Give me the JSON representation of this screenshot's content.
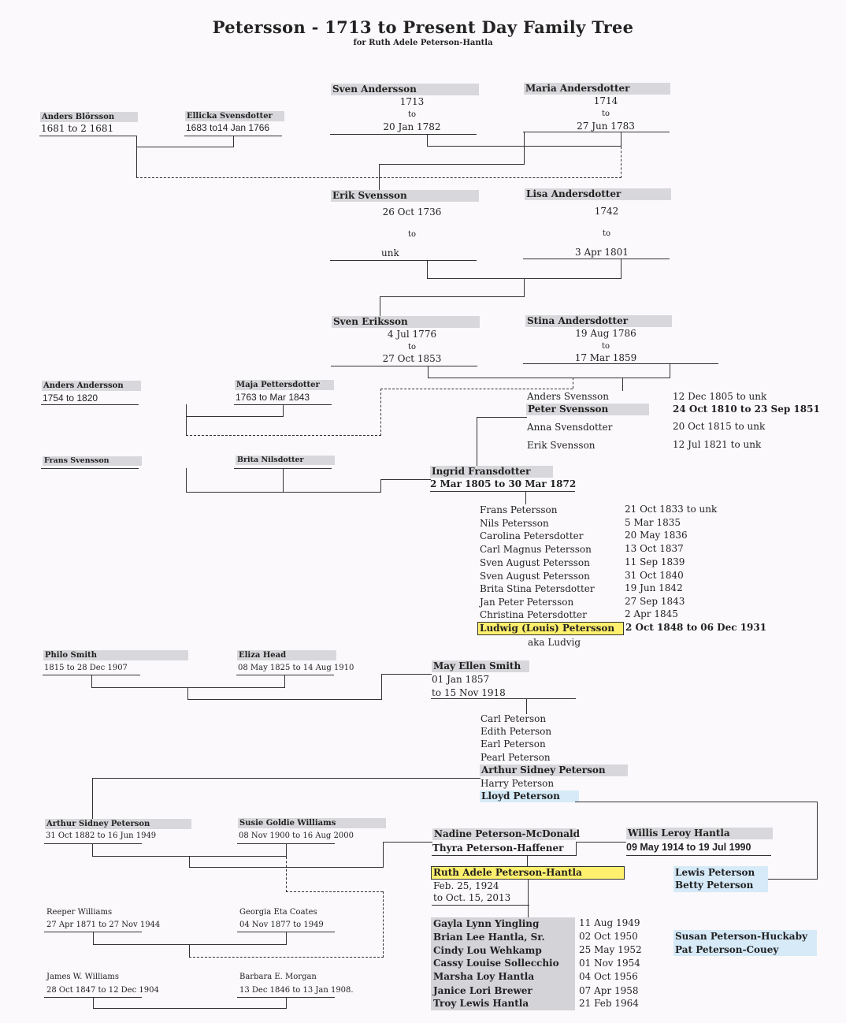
{
  "header": {
    "title": "Petersson  -  1713 to Present Day Family Tree",
    "subtitle": "for Ruth Adele Peterson-Hantla"
  },
  "gen1": {
    "anders_b": {
      "name": "Anders Blörsson",
      "dates": "1681 to 2    1681"
    },
    "ellicka": {
      "name": "Ellicka Svensdotter",
      "dates": "1683 to14 Jan 1766"
    },
    "sven_a": {
      "name": "Sven Andersson",
      "born": "1713",
      "to": "to",
      "died": "20 Jan 1782"
    },
    "maria": {
      "name": "Maria Andersdotter",
      "born": "1714",
      "to": "to",
      "died": "27 Jun 1783"
    }
  },
  "gen2": {
    "erik": {
      "name": "Erik Svensson",
      "born": "26 Oct 1736",
      "to": "to",
      "died": "unk"
    },
    "lisa": {
      "name": "Lisa Andersdotter",
      "born": "1742",
      "to": "to",
      "died": "3 Apr 1801"
    }
  },
  "gen3": {
    "sven_e": {
      "name": "Sven Eriksson",
      "born": "4 Jul 1776",
      "to": "to",
      "died": "27 Oct 1853"
    },
    "stina": {
      "name": "Stina Andersdotter",
      "born": "19 Aug 1786",
      "to": "to",
      "died": "17 Mar 1859"
    },
    "anders_a": {
      "name": "Anders Andersson",
      "dates": "1754 to 1820"
    },
    "maja": {
      "name": "Maja Pettersdotter",
      "dates": "1763 to Mar 1843"
    },
    "children": [
      {
        "name": "Anders Svensson",
        "dates": "12 Dec 1805 to unk"
      },
      {
        "name": "Peter Svensson",
        "dates": "24 Oct 1810 to 23 Sep 1851"
      },
      {
        "name": "Anna Svensdotter",
        "dates": "20 Oct 1815 to unk"
      },
      {
        "name": "Erik Svensson",
        "dates": "12 Jul 1821 to unk"
      }
    ]
  },
  "gen4": {
    "frans_s": {
      "name": "Frans Svensson"
    },
    "brita_n": {
      "name": "Brita Nilsdotter"
    },
    "ingrid": {
      "name": "Ingrid Fransdotter",
      "dates": "2 Mar 1805 to 30 Mar 1872"
    },
    "children": [
      {
        "name": "Frans Petersson",
        "dates": "21 Oct 1833 to unk"
      },
      {
        "name": "Nils Petersson",
        "dates": "5 Mar 1835"
      },
      {
        "name": "Carolina Petersdotter",
        "dates": "20 May 1836"
      },
      {
        "name": "Carl Magnus Petersson",
        "dates": "13 Oct 1837"
      },
      {
        "name": "Sven August Petersson",
        "dates": "11 Sep 1839"
      },
      {
        "name": "Sven August Petersson",
        "dates": "31 Oct 1840"
      },
      {
        "name": "Brita Stina Petersdotter",
        "dates": "19 Jun 1842"
      },
      {
        "name": "Jan Peter Petersson",
        "dates": "27 Sep 1843"
      },
      {
        "name": "Christina Petersdotter",
        "dates": "2 Apr 1845"
      }
    ],
    "ludwig": {
      "name": "Ludwig (Louis) Petersson",
      "dates": "2 Oct 1848 to 06 Dec 1931",
      "aka": "aka Ludvig"
    }
  },
  "gen5": {
    "philo": {
      "name": "Philo Smith",
      "dates": "1815  to  28 Dec 1907"
    },
    "eliza": {
      "name": "Eliza Head",
      "dates": "08 May 1825  to  14 Aug 1910"
    },
    "may": {
      "name": "May Ellen Smith",
      "born": "01 Jan 1857",
      "died": "to 15 Nov 1918"
    },
    "children": [
      "Carl Peterson",
      "Edith Peterson",
      "Earl Peterson",
      "Pearl Peterson",
      "Arthur Sidney Peterson",
      "Harry Peterson",
      "Lloyd Peterson"
    ]
  },
  "gen6": {
    "arthur": {
      "name": "Arthur Sidney Peterson",
      "dates": "31 Oct 1882  to  16 Jun 1949"
    },
    "susie": {
      "name": "Susie Goldie Williams",
      "dates": "08 Nov 1900  to  16 Aug 2000"
    },
    "reeper": {
      "name": "Reeper Williams",
      "dates": "27 Apr 1871  to  27 Nov 1944"
    },
    "georgia": {
      "name": "Georgia Eta Coates",
      "dates": "04 Nov 1877  to  1949"
    },
    "james": {
      "name": "James W. Williams",
      "dates": "28 Oct 1847  to  12 Dec 1904"
    },
    "barbara": {
      "name": "Barbara E. Morgan",
      "dates": "13 Dec 1846  to  13 Jan 1908."
    },
    "nadine": "Nadine Peterson-McDonald",
    "thyra": "Thyra Peterson-Haffener",
    "ruth": {
      "name": "Ruth Adele Peterson-Hantla",
      "born": "Feb. 25, 1924",
      "died": "to Oct. 15, 2013"
    },
    "willis": {
      "name": "Willis Leroy Hantla",
      "dates": "09 May 1914  to  19 Jul 1990"
    },
    "lewis": "Lewis Peterson",
    "betty": "Betty Peterson",
    "susan": "Susan Peterson-Huckaby",
    "pat": "Pat Peterson-Couey"
  },
  "gen7": {
    "children": [
      {
        "name": "Gayla Lynn Yingling",
        "dates": "11 Aug 1949"
      },
      {
        "name": "Brian Lee Hantla, Sr.",
        "dates": "02 Oct 1950"
      },
      {
        "name": "Cindy Lou Wehkamp",
        "dates": "25 May 1952"
      },
      {
        "name": "Cassy Louise Sollecchio",
        "dates": "01 Nov 1954"
      },
      {
        "name": "Marsha Loy Hantla",
        "dates": "04 Oct 1956"
      },
      {
        "name": "Janice Lori Brewer",
        "dates": "07 Apr 1958"
      },
      {
        "name": "Troy Lewis Hantla",
        "dates": "21 Feb 1964"
      }
    ]
  }
}
